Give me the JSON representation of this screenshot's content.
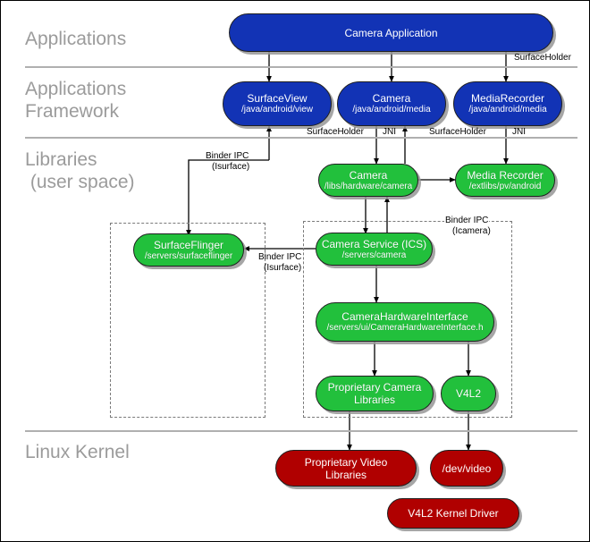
{
  "diagram": {
    "title": "Android Camera Architecture Stack",
    "background": "#ffffff",
    "colors": {
      "application": "#1233b5",
      "library": "#22c03c",
      "kernel": "#b00000",
      "layer_label": "#9b9b9b",
      "divider": "#b0b0b0",
      "group_border": "#7a7a7a",
      "arrow": "#000000"
    }
  },
  "layers": [
    {
      "id": "applications",
      "label": "Applications"
    },
    {
      "id": "applications-framework",
      "label": "Applications\nFramework"
    },
    {
      "id": "libraries",
      "label": "Libraries\n (user space)"
    },
    {
      "id": "linux-kernel",
      "label": "Linux Kernel"
    }
  ],
  "nodes": [
    {
      "id": "camera-application",
      "layer": "applications",
      "kind": "blue",
      "line1": "Camera Application",
      "line2": ""
    },
    {
      "id": "surfaceview",
      "layer": "applications-framework",
      "kind": "blue",
      "line1": "SurfaceView",
      "line2": "/java/android/view"
    },
    {
      "id": "camera-java",
      "layer": "applications-framework",
      "kind": "blue",
      "line1": "Camera",
      "line2": "/java/android/media"
    },
    {
      "id": "mediarecorder-java",
      "layer": "applications-framework",
      "kind": "blue",
      "line1": "MediaRecorder",
      "line2": "/java/android/media"
    },
    {
      "id": "camera-lib",
      "layer": "libraries",
      "kind": "green",
      "line1": "Camera",
      "line2": "/libs/hardware/camera"
    },
    {
      "id": "media-recorder-lib",
      "layer": "libraries",
      "kind": "green",
      "line1": "Media Recorder",
      "line2": "/extlibs/pv/android"
    },
    {
      "id": "surfaceflinger",
      "layer": "libraries",
      "kind": "green",
      "line1": "SurfaceFlinger",
      "line2": "/servers/surfaceflinger"
    },
    {
      "id": "camera-service",
      "layer": "libraries",
      "kind": "green",
      "line1": "Camera Service (ICS)",
      "line2": "/servers/camera"
    },
    {
      "id": "camera-hardware-interface",
      "layer": "libraries",
      "kind": "green",
      "line1": "CameraHardwareInterface",
      "line2": "/servers/ui/CameraHardwareInterface.h"
    },
    {
      "id": "proprietary-camera-libraries",
      "layer": "libraries",
      "kind": "green",
      "line1": "Proprietary Camera",
      "line2": "Libraries"
    },
    {
      "id": "v4l2",
      "layer": "libraries",
      "kind": "green",
      "line1": "V4L2",
      "line2": ""
    },
    {
      "id": "proprietary-video-libraries",
      "layer": "linux-kernel",
      "kind": "red",
      "line1": "Proprietary Video",
      "line2": "Libraries"
    },
    {
      "id": "dev-video",
      "layer": "linux-kernel",
      "kind": "red",
      "line1": "/dev/video",
      "line2": ""
    },
    {
      "id": "v4l2-kernel-driver",
      "layer": "linux-kernel",
      "kind": "red",
      "line1": "V4L2 Kernel Driver",
      "line2": ""
    }
  ],
  "edge_labels": [
    {
      "id": "surfaceholder-app-mediarecorder",
      "text": "SurfaceHolder"
    },
    {
      "id": "surfaceholder-camera-lib",
      "text": "SurfaceHolder"
    },
    {
      "id": "jni-camera",
      "text": "JNI"
    },
    {
      "id": "surfaceholder-mediarecorder-lib",
      "text": "SurfaceHolder"
    },
    {
      "id": "jni-mediarecorder",
      "text": "JNI"
    },
    {
      "id": "binder-ipc-isurface-top-1",
      "text": "Binder IPC"
    },
    {
      "id": "binder-ipc-isurface-top-2",
      "text": "(Isurface)"
    },
    {
      "id": "binder-ipc-icamera-1",
      "text": "Binder IPC"
    },
    {
      "id": "binder-ipc-icamera-2",
      "text": "(Icamera)"
    },
    {
      "id": "binder-ipc-isurface-mid-1",
      "text": "Binder IPC"
    },
    {
      "id": "binder-ipc-isurface-mid-2",
      "text": "(Isurface)"
    }
  ]
}
